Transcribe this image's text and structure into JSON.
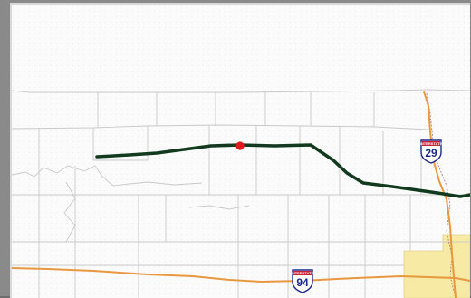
{
  "map": {
    "colors": {
      "background": "#fbfbfb",
      "county_lines": "#c9c9c9",
      "route": "#123a1e",
      "interstate": "#e8983f",
      "marker": "#e01a1a",
      "urban_area": "#f6eaa4"
    },
    "route_shields": [
      {
        "number": "29",
        "header": "INTERSTATE"
      },
      {
        "number": "94",
        "header": "INTERSTATE"
      }
    ],
    "marker": {
      "icon": "red-dot-location-marker"
    }
  }
}
